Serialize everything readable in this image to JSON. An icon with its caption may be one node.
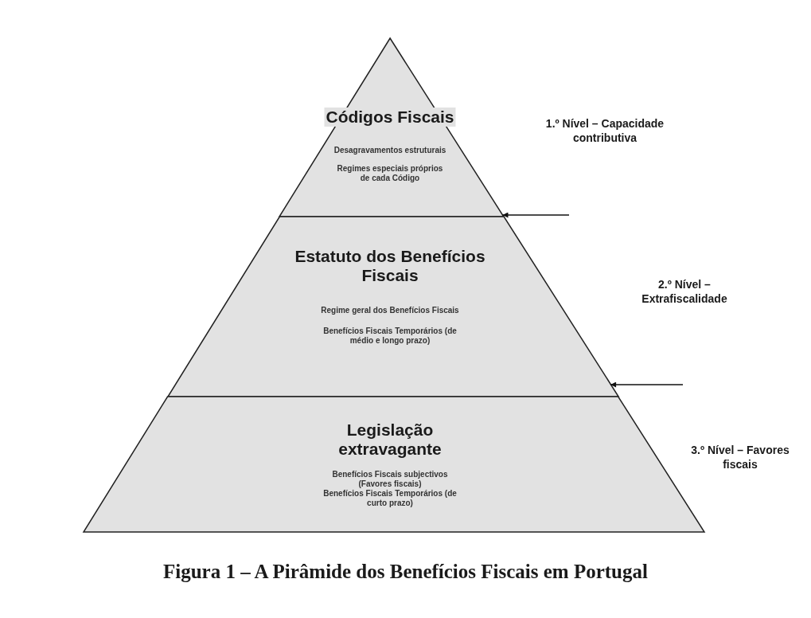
{
  "diagram": {
    "caption": "Figura 1 – A Pirâmide dos Benefícios Fiscais em Portugal",
    "nodes": [
      {
        "text": [
          "Códigos Fiscais",
          "Desagravamentos estruturais",
          "Regimes especiais próprios de cada Código"
        ],
        "beside": [
          "1.º Nível – Capacidade contributiva"
        ]
      },
      {
        "text": [
          "Estatuto dos Benefícios Fiscais",
          "Regime geral dos Benefícios Fiscais",
          "Benefícios Fiscais Temporários (de médio e longo prazo)"
        ],
        "beside": [
          "2.º Nível – Extrafiscalidade"
        ]
      },
      {
        "text": [
          "Legislação extravagante",
          "Benefícios Fiscais subjectivos (Favores fiscais)",
          "Benefícios Fiscais Temporários (de curto prazo)"
        ],
        "beside": [
          "3.º Nível – Favores fiscais"
        ]
      }
    ],
    "edges": [
      {
        "from": null,
        "to": 0,
        "arrow": "to"
      },
      {
        "from": null,
        "to": 1,
        "arrow": "to"
      }
    ]
  }
}
